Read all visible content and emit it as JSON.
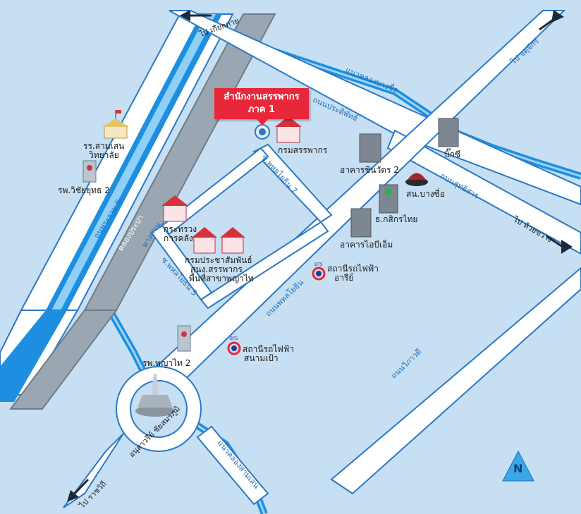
{
  "headquarters": {
    "line1": "สำนักงานสรรพากร",
    "line2": "ภาค 1"
  },
  "places": {
    "revenue_department": "กรมสรรพากร",
    "ministry_finance_1": "กระทรวง",
    "ministry_finance_2": "การคลัง",
    "public_relations": "กรมประชาสัมพันธ์",
    "revenue_office_1": "สนง.สรรพากร",
    "revenue_office_2": "พื้นที่สาขาพญาไท",
    "school_1": "รร.สามเสน",
    "school_2": "วิทยาลัย",
    "hospital_vichaiyut": "รพ.วิชัยยุทธ 2",
    "hospital_phyathai": "รพ.พญาไท 2",
    "shinawatra": "อาคารชินวัตร 2",
    "big_c": "บิ๊กซี",
    "police": "สน.บางซื่อ",
    "kasikorn": "ธ.กสิกรไทย",
    "ibm": "อาคารไอบีเอ็ม",
    "bts_ari_1": "สถานีรถไฟฟ้า",
    "bts_ari_2": "อารีย์",
    "bts_sanampao_1": "สถานีรถไฟฟ้า",
    "bts_sanampao_2": "สนามเป้า",
    "monument": "อนุสาวรีย์ ชัยสมรภูมิ",
    "bts_logo": "BTS"
  },
  "roads": {
    "to_kiakkai": "ไป เกียกกาย",
    "to_chatuchak": "ไป จตุจักร",
    "to_huaykwang": "ไป ห้วยขวาง",
    "to_ratchawithi": "ไป ราชวิถี",
    "pradipat": "ถนนประดิพัทธ์",
    "sutthisan": "ถนนสุทธิสาร",
    "phaholyothin": "ถนนพหลโยธิน",
    "vibhavadi": "ถนนวิภาวดี",
    "pracharat": "ถนพระราม 6",
    "soi7": "ซ.พหลโยธิน 7",
    "soi5": "ซ.พหลโยธิน 5",
    "expressway": "ทางด่วน",
    "canal_prapa": "คลองประปา",
    "canal_bangsue": "แนวคลองบางซื่อ",
    "canal_samsen": "แนวคลองสามเสน"
  },
  "north_label": "N",
  "colors": {
    "background": "#c6dff2",
    "road": "#ffffff",
    "road_edge": "#2a78c6",
    "canal": "#1e8fe0",
    "accent": "#e8283a"
  }
}
